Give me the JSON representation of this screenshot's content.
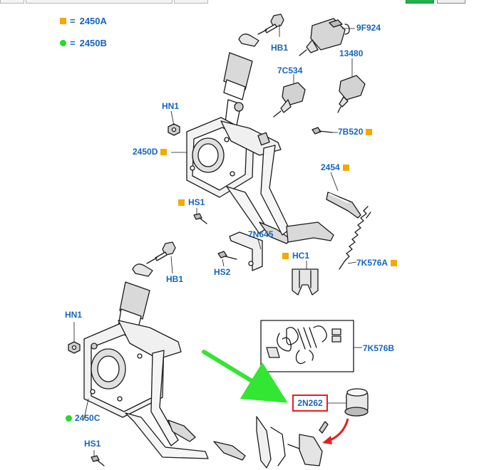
{
  "legend": [
    {
      "marker": "orange-square",
      "eq": "=",
      "code": "2450A"
    },
    {
      "marker": "green-dot",
      "eq": "=",
      "code": "2450B"
    }
  ],
  "colors": {
    "label_blue": "#1565c0",
    "marker_orange": "#f5a800",
    "marker_green": "#22dd22",
    "highlight_red": "#e81d1d",
    "arrow_green": "#33e633",
    "line_black": "#1a1a1a"
  },
  "labels": {
    "hb1_top": "HB1",
    "p9f924": "9F924",
    "p7c534": "7C534",
    "p13480": "13480",
    "hn1_top": "HN1",
    "p7b520": "7B520",
    "p2450d": "2450D",
    "p2454": "2454",
    "hs1_top": "HS1",
    "p7n645": "7N645",
    "hc1": "HC1",
    "hs2": "HS2",
    "p7k576a": "7K576A",
    "hb1_bottom": "HB1",
    "hn1_bottom": "HN1",
    "p7k576b": "7K576B",
    "p2n262": "2N262",
    "p2450c": "2450C",
    "hs1_bottom": "HS1"
  }
}
